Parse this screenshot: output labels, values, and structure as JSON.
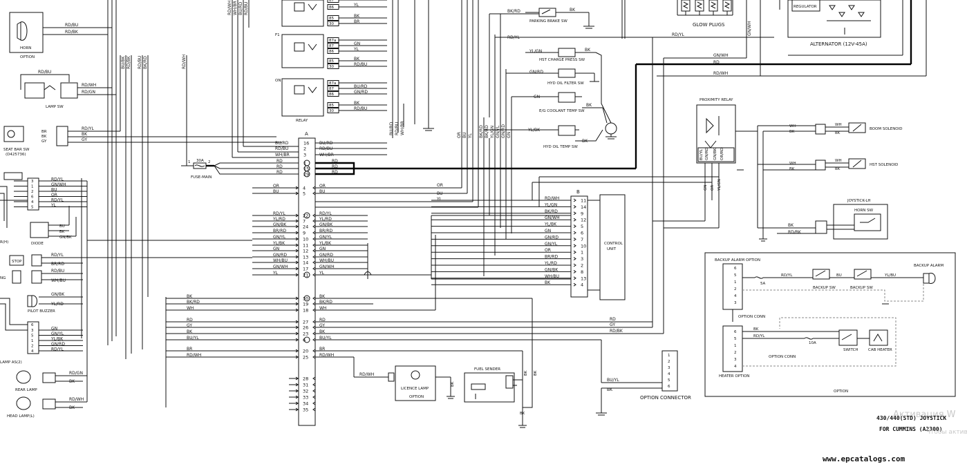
{
  "components": {
    "horn": {
      "label": "HORN",
      "note": "OPTION"
    },
    "lamp_sw": "LAMP SW",
    "seat_bar_sw": {
      "label": "SEAT BAR SW",
      "part": "(D425736)"
    },
    "diode": "DIODE",
    "pilot_buzzer": "PILOT BUZZER",
    "rear_lamp": "REAR LAMP",
    "head_lamp": "HEAD LAMP(L)",
    "fuse_main": {
      "label": "FUSE-MAIN",
      "rating": "30A"
    },
    "relay": "RELAY",
    "relay_markers": {
      "f1": "F1",
      "on": "ON"
    },
    "parking_brake_sw": "PARKING BRAKE SW",
    "hst_charge_press_sw": "HST CHARGE PRESS SW",
    "hyd_oil_filter_sw": "HYD OIL FILTER SW",
    "eg_coolant_temp_sw": "E/G COOLANT TEMP SW",
    "hyd_oil_temp_sw": "HYD OIL TEMP SW",
    "glow_plugs": "GLOW PLUGS",
    "regulator": "REGULATOR",
    "alternator": "ALTERNATOR (12V-45A)",
    "proximity_relay": "PROXIMITY RELAY",
    "boom_solenoid": "BOOM SOLENOID",
    "hst_solenoid": "HST SOLENOID",
    "joystick_lh": "JOYSTICK-LH",
    "horn_sw": "HORN SW",
    "control_unit": {
      "line1": "CONTROL",
      "line2": "UNIT"
    },
    "connector_a": "A",
    "connector_b": "B",
    "licence_lamp": {
      "label": "LICENCE LAMP",
      "note": "OPTION"
    },
    "fuel_sender": "FUEL SENDER",
    "option_connector": "OPTION CONNECTOR",
    "backup_alarm_option": "BACKUP ALARM OPTION",
    "backup_sw": "BACKUP SW",
    "backup_alarm": "BACKUP ALARM",
    "option_conn": "OPTION CONN",
    "heater_option": "HEATER OPTION",
    "switch": "SWITCH",
    "cab_heater": "CAB HEATER",
    "option": "OPTION",
    "fuse_5a": "5A",
    "fuse_10a": "10A",
    "stop": "STOP",
    "lamp_as2": "LAMP AS(2)",
    "partial_ng": "NG",
    "partial_rh": "R(H)"
  },
  "footer": {
    "title_line1": "430/440(STD) JOYSTICK",
    "title_line2": "FOR CUMMINS (A2300)",
    "website": "www.epcatalogs.com",
    "watermark1": "Активация W",
    "watermark2": "Чтобы активиров"
  },
  "connector_a_upper": [
    {
      "pin": "16",
      "left": "BU/RD",
      "right": "BU/RD"
    },
    {
      "pin": "2",
      "left": "RD/BU",
      "right": "RD/BU"
    },
    {
      "pin": "3",
      "left": "WH/BR",
      "right": "WH/BR"
    },
    {
      "pin": "1",
      "left": "RD",
      "right": "RD"
    },
    {
      "pin": "15",
      "left": "RD",
      "right": "RD"
    },
    {
      "pin": "29",
      "left": "RD",
      "right": "RD"
    }
  ],
  "connector_a_pair": [
    {
      "pin": "4",
      "left": "OR",
      "right": "OR"
    },
    {
      "pin": "5",
      "left": "BU",
      "right": "BU"
    }
  ],
  "connector_a_mid": [
    {
      "pin": "22",
      "left": "RD/YL",
      "right": "RD/YL"
    },
    {
      "pin": "7",
      "left": "YL/RD",
      "right": "YL/RD"
    },
    {
      "pin": "24",
      "left": "GN/BK",
      "right": "GN/BK"
    },
    {
      "pin": "9",
      "left": "BR/RD",
      "right": "BR/RD"
    },
    {
      "pin": "10",
      "left": "GN/YL",
      "right": "GN/YL"
    },
    {
      "pin": "11",
      "left": "YL/BK",
      "right": "YL/BK"
    },
    {
      "pin": "12",
      "left": "GN",
      "right": "GN"
    },
    {
      "pin": "13",
      "left": "GN/RD",
      "right": "GN/RD"
    },
    {
      "pin": "14",
      "left": "WH/BU",
      "right": "WH/BU"
    },
    {
      "pin": "17",
      "left": "GN/WH",
      "right": "GN/WH"
    },
    {
      "pin": "21",
      "left": "YL",
      "right": "YL"
    }
  ],
  "connector_a_lower": [
    {
      "pin": "30",
      "left": "BK",
      "right": "BK"
    },
    {
      "pin": "19",
      "left": "BK/RD",
      "right": "BK/RD"
    },
    {
      "pin": "18",
      "left": "WH",
      "right": "WH"
    },
    {
      "pin": "27",
      "left": "RD",
      "right": "RD"
    },
    {
      "pin": "26",
      "left": "GY",
      "right": "GY"
    },
    {
      "pin": "23",
      "left": "BK",
      "right": "BK"
    },
    {
      "pin": "6",
      "left": "BU/YL",
      "right": "BU/YL"
    },
    {
      "pin": "20",
      "left": "BR",
      "right": "BR"
    },
    {
      "pin": "25",
      "left": "RD/WH",
      "right": "RD/WH"
    }
  ],
  "connector_a_spare": [
    "28",
    "31",
    "32",
    "33",
    "34",
    "35"
  ],
  "connector_b": [
    {
      "pin": "11",
      "wire": "RD/WH"
    },
    {
      "pin": "14",
      "wire": "YL/GN"
    },
    {
      "pin": "9",
      "wire": "BK/RD"
    },
    {
      "pin": "12",
      "wire": "GN/WH"
    },
    {
      "pin": "5",
      "wire": "YL/BK"
    },
    {
      "pin": "6",
      "wire": "GN"
    },
    {
      "pin": "7",
      "wire": "GN/RD"
    },
    {
      "pin": "10",
      "wire": "GN/YL"
    },
    {
      "pin": "1",
      "wire": "OR"
    },
    {
      "pin": "3",
      "wire": "BR/RD"
    },
    {
      "pin": "2",
      "wire": "YL/RD"
    },
    {
      "pin": "8",
      "wire": "GN/BK"
    },
    {
      "pin": "13",
      "wire": "WH/BU"
    },
    {
      "pin": "4",
      "wire": "BK"
    }
  ],
  "relay_pins": [
    "87a",
    "87",
    "86",
    "85",
    "30"
  ],
  "relay_wires": {
    "r1": [
      "YL",
      "BK",
      "BR"
    ],
    "r2": [
      "GN",
      "YL",
      "BK",
      "RD/BU"
    ],
    "r3": [
      "BU/RD",
      "GN/RD",
      "BK",
      "RD/BU"
    ]
  },
  "option_connector_pins": [
    "1",
    "2",
    "3",
    "4",
    "5",
    "6"
  ],
  "option_connector_wires": [
    "BU/YL",
    "BK"
  ],
  "wires": {
    "horn": [
      "RD/BU",
      "RD/BK"
    ],
    "lamp_sw_in": "RD/BU",
    "lamp_sw_out": [
      "RD/WH",
      "RD/GN"
    ],
    "seat": [
      "RD/YL",
      "BK",
      "GY"
    ],
    "seat_pins": [
      "BR",
      "BK",
      "GY"
    ],
    "lamp_grp1": [
      "RD/YL",
      "GN/WH",
      "BU",
      "OR",
      "RD/YL",
      "YL"
    ],
    "lamp_grp1_pins": [
      "3",
      "1",
      "2",
      "6",
      "4",
      "5"
    ],
    "diode_pins": [
      "BU",
      "BK",
      "GN/BK"
    ],
    "stop_wires": [
      "RD/YL",
      "BR/RD"
    ],
    "ng_wires": [
      "RD/BU",
      "WH/BU"
    ],
    "buzzer_wires": [
      "GN/BK",
      "YL/RD"
    ],
    "lamp_grp2": [
      "GN",
      "GN/YL",
      "YL/BK",
      "GN/RD",
      "RD/YL"
    ],
    "lamp_grp2_pins": [
      "3",
      "5",
      "1",
      "2",
      "4",
      "6"
    ],
    "rear_lamp": [
      "RD/GN",
      "BK"
    ],
    "head_lamp": [
      "RD/WH",
      "BK"
    ],
    "vertical_left": [
      "BU/BK",
      "RD/BK",
      "RD/BU",
      "BK/RD",
      "RD/WH",
      "WH/BR",
      "BU/RD",
      "RD/BU"
    ],
    "mid_vertical": [
      "OR",
      "BU",
      "YL",
      "BK/RD",
      "BK/RD",
      "YL/GN",
      "GN/YL",
      "GN/RD",
      "GN"
    ],
    "relay_bottom": [
      "BU/RD",
      "RD/BU",
      "WH/BR"
    ],
    "parking": [
      "BK/RD",
      "BK"
    ],
    "hst_charge": [
      "YL/GN",
      "BK"
    ],
    "hyd_filter": "GN/RD",
    "coolant": [
      "GN",
      "BK"
    ],
    "hyd_temp": [
      "YL/BK",
      "BK"
    ],
    "top_bus": [
      "RD/YL",
      "GN/WH",
      "RD",
      "RD/WH"
    ],
    "gn_wh_vert": "GN/WH",
    "prox_pins": [
      "BU/YL",
      "GN/RD",
      "GN/BK",
      "OR/RD"
    ],
    "prox_bottom": [
      "GN",
      "OR",
      "YL/GN"
    ],
    "solenoid": [
      "WH",
      "BK"
    ],
    "horn_sw": [
      "BK",
      "RD/BK"
    ],
    "lower_right": [
      "RD",
      "GY",
      "RD/BK"
    ],
    "licence": "RD/WH",
    "fuel_bk": [
      "BK",
      "BK"
    ],
    "backup_alarm": [
      "RD/YL",
      "BU",
      "YL/BU"
    ],
    "heater": [
      "BK",
      "RD/YL"
    ],
    "alarm_pins": [
      "6",
      "5",
      "1",
      "2",
      "4",
      "3"
    ],
    "heater_pins": [
      "6",
      "5",
      "1",
      "2",
      "3",
      "4"
    ],
    "option_conn_note": "OPTION CONN",
    "fuse_main_pins": [
      "1",
      "2"
    ]
  }
}
